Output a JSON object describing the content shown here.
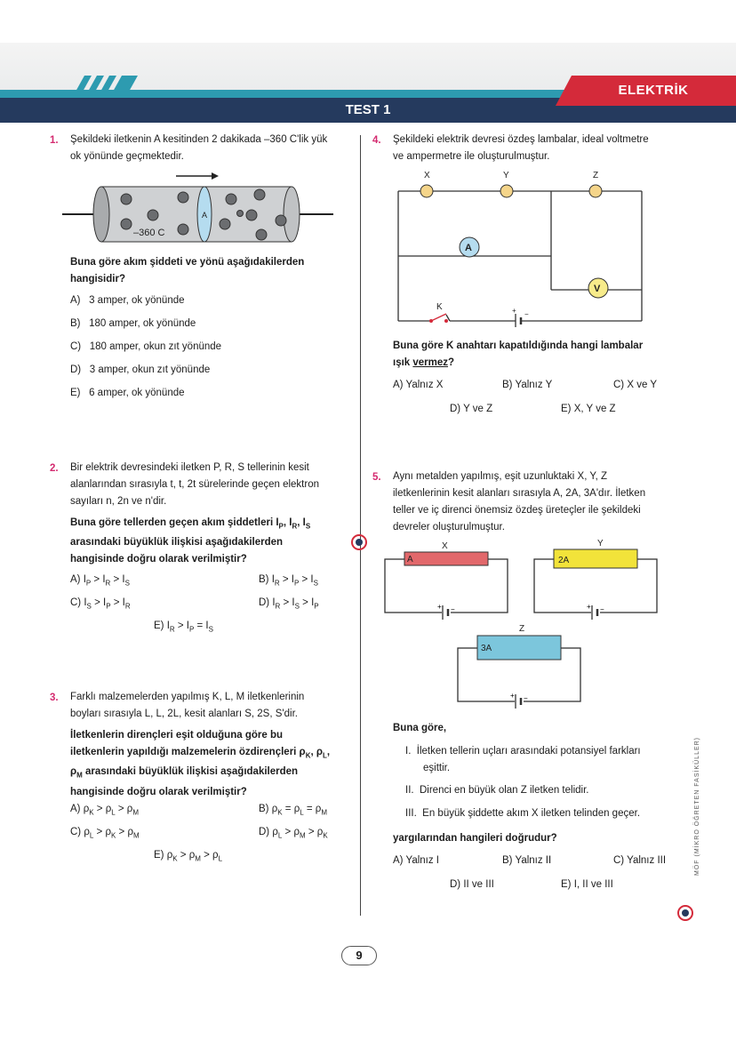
{
  "header": {
    "test_label": "TEST 1",
    "subject": "ELEKTRİK"
  },
  "page_number": "9",
  "side_label": "MÖF (MİKRO ÖĞRETEN FASİKÜLLER)",
  "q1": {
    "number": "1.",
    "text_line1": "Şekildeki iletkenin A kesitinden 2 dakikada –360 C'lik yük",
    "text_line2": "ok yönünde geçmektedir.",
    "figure_section_label": "A",
    "figure_charge_label": "–360 C",
    "question_line1": "Buna göre akım şiddeti ve yönü aşağıdakilerden",
    "question_line2": "hangisidir?",
    "options": [
      {
        "letter": "A)",
        "text": "3 amper, ok yönünde"
      },
      {
        "letter": "B)",
        "text": "180 amper, ok yönünde"
      },
      {
        "letter": "C)",
        "text": "180 amper, okun zıt yönünde"
      },
      {
        "letter": "D)",
        "text": "3 amper, okun zıt yönünde"
      },
      {
        "letter": "E)",
        "text": "6 amper, ok yönünde"
      }
    ]
  },
  "q2": {
    "number": "2.",
    "text_line1": "Bir elektrik devresindeki iletken P, R, S tellerinin kesit",
    "text_line2": "alanlarından sırasıyla t, t, 2t sürelerinde geçen elektron",
    "text_line3": "sayıları n, 2n ve n'dir.",
    "question_line1": "Buna göre tellerden geçen akım şiddetleri I",
    "question_line2": "arasındaki büyüklük ilişkisi aşağıdakilerden",
    "question_line3": "hangisinde doğru olarak verilmiştir?",
    "options": [
      {
        "letter": "A)",
        "text": "I_P > I_R > I_S"
      },
      {
        "letter": "B)",
        "text": "I_R > I_P > I_S"
      },
      {
        "letter": "C)",
        "text": "I_S > I_P > I_R"
      },
      {
        "letter": "D)",
        "text": "I_R > I_S > I_P"
      },
      {
        "letter": "E)",
        "text": "I_R > I_P = I_S"
      }
    ]
  },
  "q3": {
    "number": "3.",
    "text_line1": "Farklı malzemelerden yapılmış K, L, M iletkenlerinin",
    "text_line2": "boyları sırasıyla L, L, 2L, kesit alanları S, 2S, S'dir.",
    "question_line1": "İletkenlerin dirençleri eşit olduğuna göre bu",
    "question_line2": "iletkenlerin yapıldığı malzemelerin özdirençleri ρ",
    "question_line3": "arasındaki büyüklük ilişkisi aşağıdakilerden",
    "question_line4": "hangisinde doğru olarak verilmiştir?",
    "options": [
      {
        "letter": "A)",
        "text": "ρK > ρL > ρM"
      },
      {
        "letter": "B)",
        "text": "ρK = ρL = ρM"
      },
      {
        "letter": "C)",
        "text": "ρL > ρK > ρM"
      },
      {
        "letter": "D)",
        "text": "ρL > ρM > ρK"
      },
      {
        "letter": "E)",
        "text": "ρK > ρM > ρL"
      }
    ]
  },
  "q4": {
    "number": "4.",
    "text_line1": "Şekildeki elektrik devresi özdeş lambalar, ideal voltmetre",
    "text_line2": "ve ampermetre ile oluşturulmuştur.",
    "lamps": [
      "X",
      "Y",
      "Z"
    ],
    "ammeter_label": "A",
    "voltmeter_label": "V",
    "switch_label": "K",
    "question_line1": "Buna göre K anahtarı kapatıldığında hangi lambalar",
    "question_line2a": "ışık ",
    "question_line2b": "vermez",
    "question_line2c": "?",
    "options": [
      {
        "letter": "A)",
        "text": "Yalnız X"
      },
      {
        "letter": "B)",
        "text": "Yalnız Y"
      },
      {
        "letter": "C)",
        "text": "X ve Y"
      },
      {
        "letter": "D)",
        "text": "Y ve Z"
      },
      {
        "letter": "E)",
        "text": "X, Y ve Z"
      }
    ]
  },
  "q5": {
    "number": "5.",
    "text_line1": "Aynı metalden yapılmış, eşit uzunluktaki X, Y, Z",
    "text_line2": "iletkenlerinin kesit alanları sırasıyla A, 2A, 3A'dır. İletken",
    "text_line3": "teller ve iç direnci önemsiz özdeş üreteçler ile şekildeki",
    "text_line4": "devreler oluşturulmuştur.",
    "wires": [
      {
        "name": "X",
        "area": "A",
        "color": "#e2686b"
      },
      {
        "name": "Y",
        "area": "2A",
        "color": "#f2e33a"
      },
      {
        "name": "Z",
        "area": "3A",
        "color": "#7cc6dc"
      }
    ],
    "lead": "Buna göre,",
    "statements": [
      {
        "roman": "I.",
        "line1": "İletken tellerin uçları arasındaki potansiyel farkları",
        "line2": "eşittir."
      },
      {
        "roman": "II.",
        "line1": "Direnci en büyük olan Z iletken telidir.",
        "line2": ""
      },
      {
        "roman": "III.",
        "line1": "En büyük şiddette akım X iletken telinden geçer.",
        "line2": ""
      }
    ],
    "question": "yargılarından hangileri doğrudur?",
    "options": [
      {
        "letter": "A)",
        "text": "Yalnız I"
      },
      {
        "letter": "B)",
        "text": "Yalnız II"
      },
      {
        "letter": "C)",
        "text": "Yalnız III"
      },
      {
        "letter": "D)",
        "text": "II ve III"
      },
      {
        "letter": "E)",
        "text": "I, II ve III"
      }
    ]
  }
}
